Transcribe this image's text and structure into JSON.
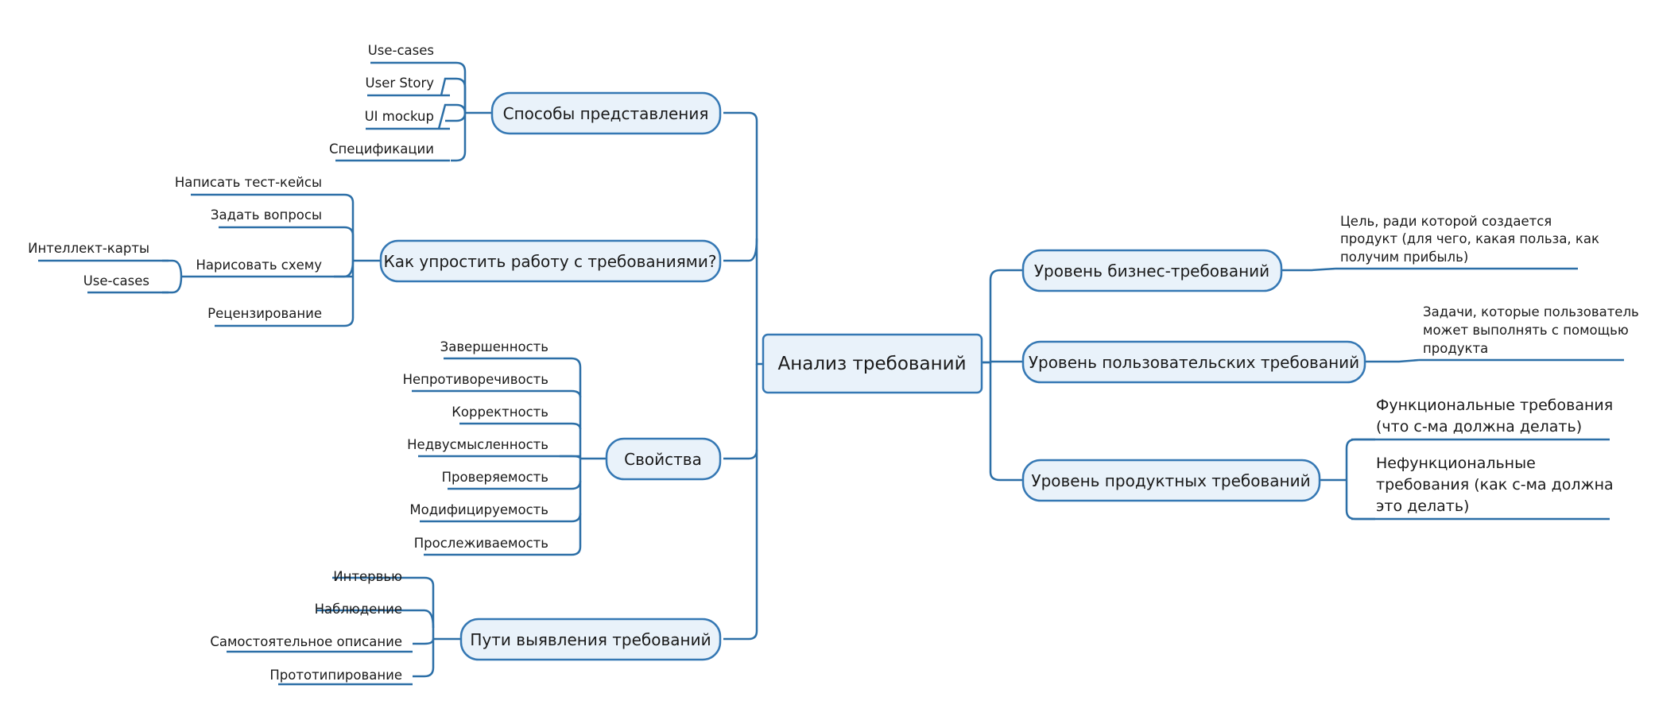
{
  "center": "Анализ требований",
  "left_topics": {
    "sposoby": {
      "label": "Способы представления",
      "items": [
        "Use-cases",
        "User Story",
        "UI mockup",
        "Спецификации"
      ]
    },
    "uprostit": {
      "label": "Как упростить работу с требованиями?",
      "items": [
        "Написать тест-кейсы",
        "Задать вопросы",
        "Нарисовать схему",
        "Рецензирование"
      ],
      "schema_items": [
        "Интеллект-карты",
        "Use-cases"
      ]
    },
    "svoistva": {
      "label": "Свойства",
      "items": [
        "Завершенность",
        "Непротиворечивость",
        "Корректность",
        "Недвусмысленность",
        "Проверяемость",
        "Модифицируемость",
        "Прослеживаемость"
      ]
    },
    "puti": {
      "label": "Пути выявления требований",
      "items": [
        "Интервью",
        "Наблюдение",
        "Самостоятельное описание",
        "Прототипирование"
      ]
    }
  },
  "right_topics": {
    "business": {
      "label": "Уровень бизнес-требований",
      "note": [
        "Цель, ради которой создается",
        "продукт (для чего, какая польза, как",
        "получим прибыль)"
      ]
    },
    "user": {
      "label": "Уровень пользовательских требований",
      "note": [
        "Задачи, которые пользователь",
        "может выполнять с помощью",
        "продукта"
      ]
    },
    "product": {
      "label": "Уровень продуктных требований",
      "functional": [
        "Функциональные требования",
        "(что с-ма должна делать)"
      ],
      "nonfunctional": [
        "Нефункциональные",
        "требования (как с-ма должна",
        "это делать)"
      ]
    }
  }
}
